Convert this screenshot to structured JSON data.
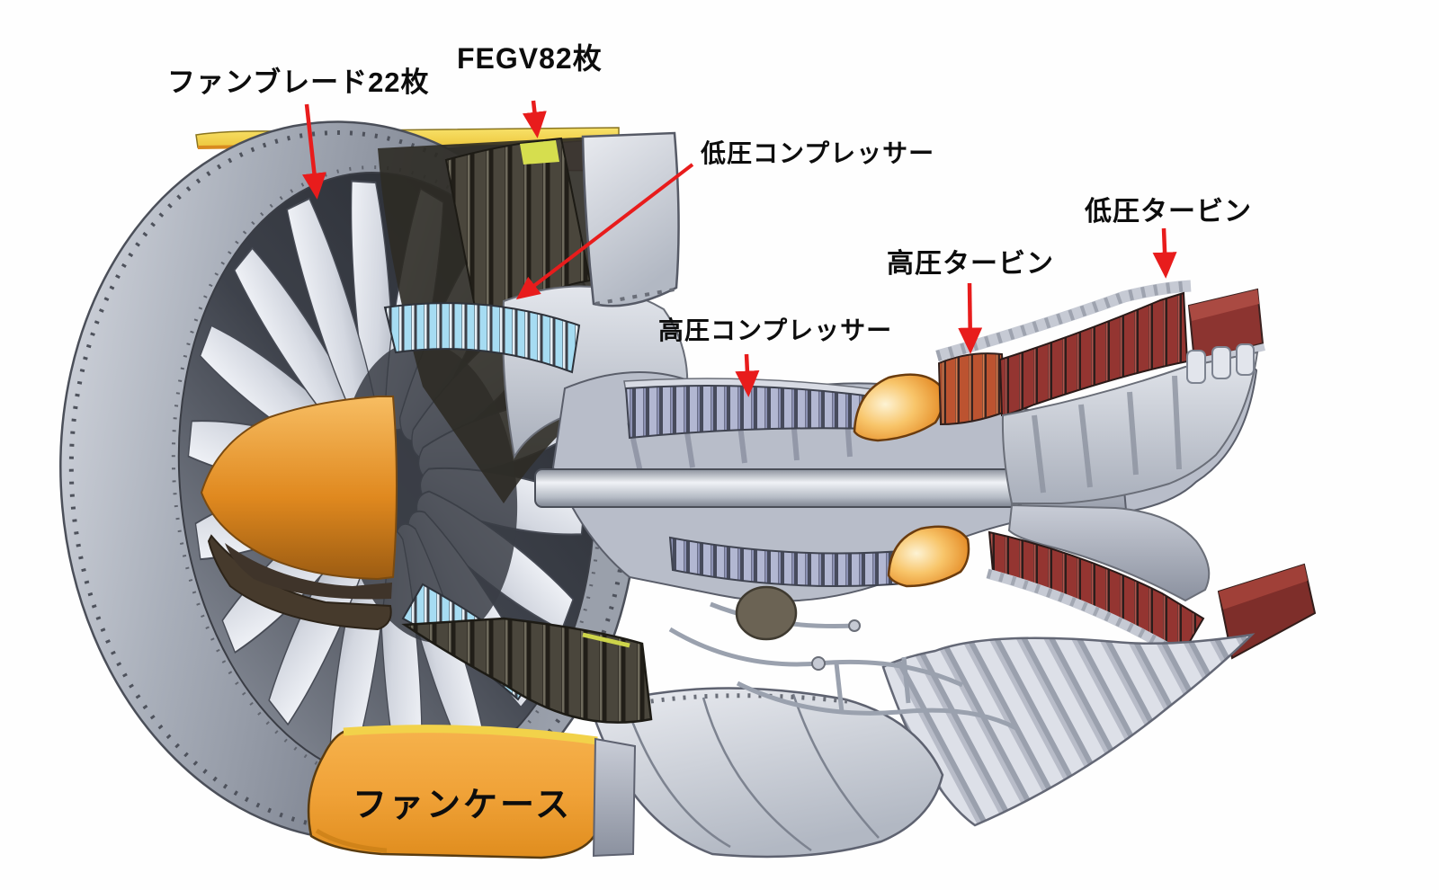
{
  "figure": {
    "title": "Turbofan engine cutaway diagram",
    "background": "#fefefe",
    "labels": {
      "fan_blade": {
        "text": "ファンブレード22枚",
        "meaning": "fan blades x22"
      },
      "fegv": {
        "text": "FEGV82枚",
        "meaning": "fan exit guide vanes x82"
      },
      "lpc": {
        "text": "低圧コンプレッサー",
        "meaning": "low pressure compressor"
      },
      "hpc": {
        "text": "高圧コンプレッサー",
        "meaning": "high pressure compressor"
      },
      "hpt": {
        "text": "高圧タービン",
        "meaning": "high pressure turbine"
      },
      "lpt": {
        "text": "低圧タービン",
        "meaning": "low pressure turbine"
      },
      "fan_case": {
        "text": "ファンケース",
        "meaning": "fan case"
      }
    },
    "colors": {
      "arrow_red": "#e81c1c",
      "label_text": "#0d0d0d",
      "fan_case_orange": "#f0a238",
      "spinner_orange": "#e8973a",
      "turbine_red": "#943531",
      "compressor_cyan": "#a6dcf2",
      "compressor_lavender": "#b2b7d2",
      "metal_silver": "#c3c7d3",
      "fegv_dark": "#4a463c",
      "accent_yellow": "#f2d24a"
    }
  }
}
